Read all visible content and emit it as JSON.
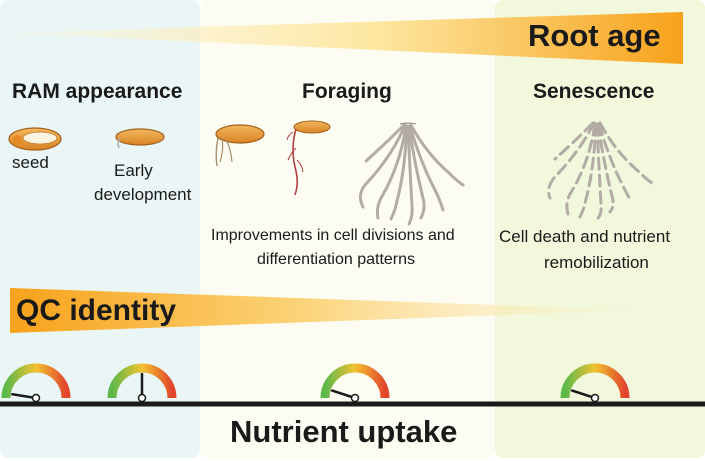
{
  "headers": {
    "left": "RAM appearance",
    "mid": "Foraging",
    "right": "Senescence"
  },
  "labels": {
    "root_age": "Root age",
    "qc_identity": "QC identity",
    "nutrient_uptake": "Nutrient uptake",
    "seed": "seed",
    "early_dev_1": "Early",
    "early_dev_2": "development",
    "foraging_desc_1": "Improvements in cell divisions and",
    "foraging_desc_2": "differentiation patterns",
    "senescence_desc_1": "Cell death and nutrient",
    "senescence_desc_2": "remobilization"
  },
  "colors": {
    "panel_left": "#eaf6f6",
    "panel_mid": "#fdfcf3",
    "panel_right": "#f1f8dc",
    "arrow_orange": "#f7a21b",
    "arrow_yellow": "#fde9a0",
    "seed_orange": "#e99a3a",
    "gauge_green": "#5db84a",
    "gauge_yellow": "#f2c230",
    "gauge_red": "#e2452c",
    "root_color": "#b3aba5",
    "timeline": "#1a1a1a"
  },
  "gauges": [
    {
      "level": 0.05
    },
    {
      "level": 0.5
    },
    {
      "level": 0.1
    },
    {
      "level": 0.1
    }
  ]
}
